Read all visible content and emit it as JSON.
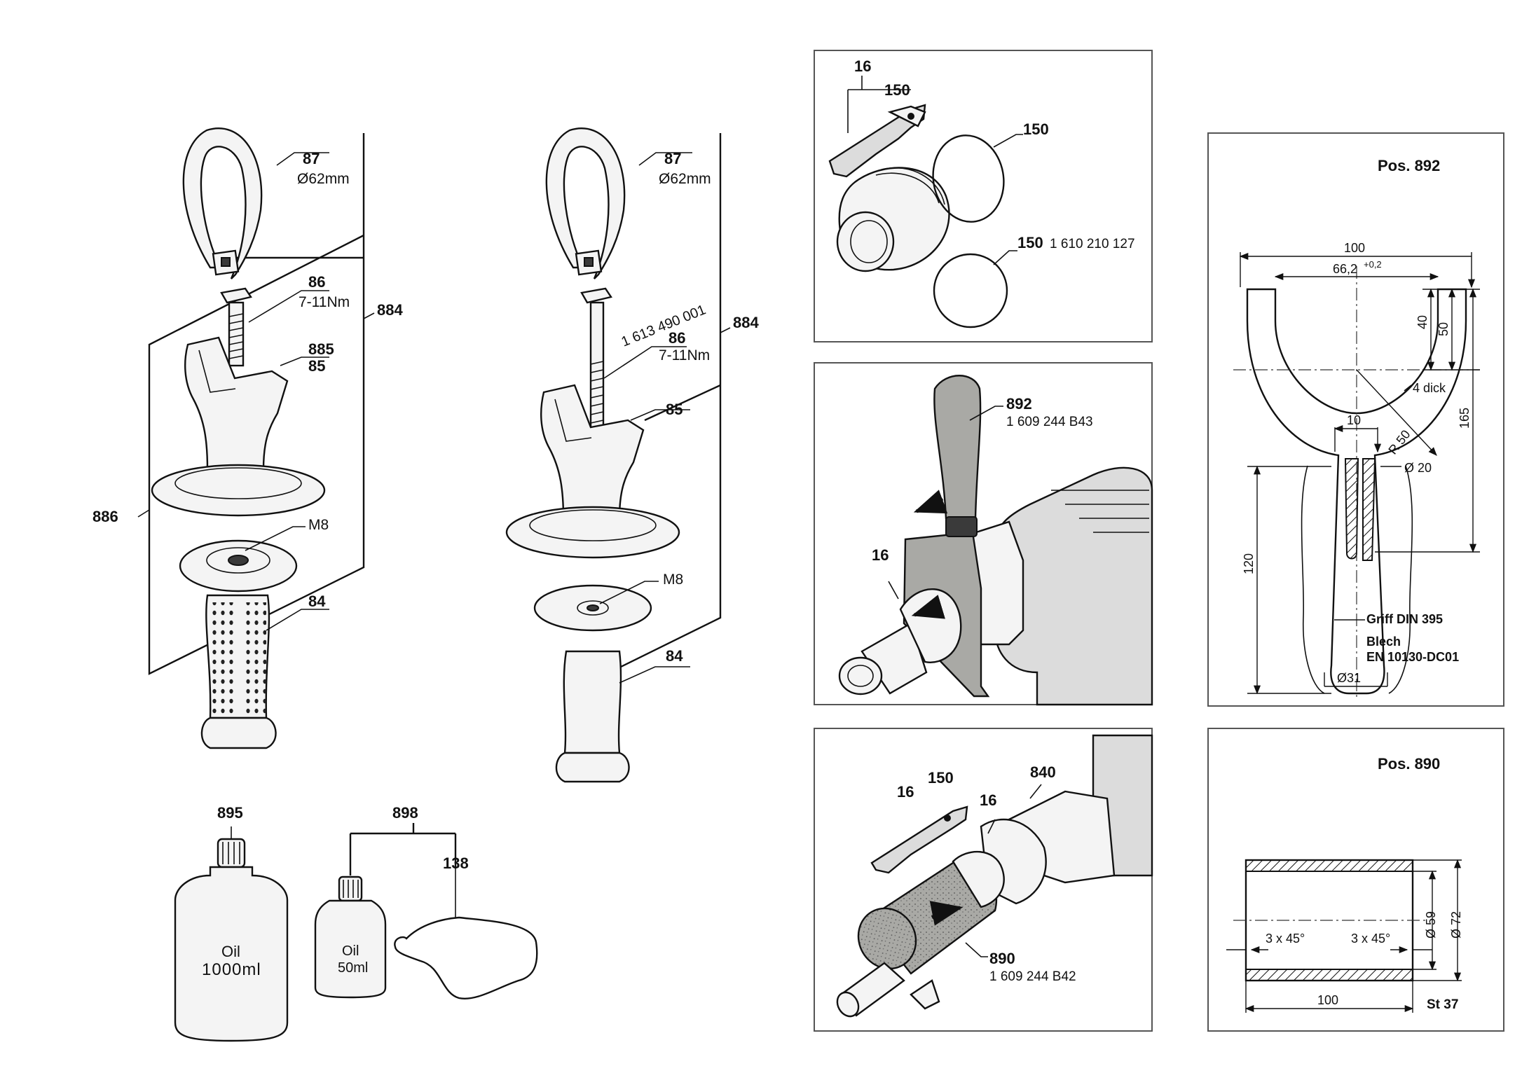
{
  "left_group": {
    "callouts": {
      "strap_no": "87",
      "strap_dia": "Ø62mm",
      "bolt_no": "86",
      "torque": "7-11Nm",
      "assembly_884": "884",
      "item_885": "885",
      "item_85": "85",
      "assembly_886": "886",
      "thread_m8": "M8",
      "item_84": "84"
    }
  },
  "middle_group": {
    "callouts": {
      "strap_no": "87",
      "strap_dia": "Ø62mm",
      "part_number": "1 613 490 001",
      "bolt_no": "86",
      "torque": "7-11Nm",
      "assembly_884": "884",
      "item_85": "85",
      "thread_m8": "M8",
      "item_84": "84"
    }
  },
  "consumables": {
    "oil_large_no": "895",
    "oil_large_l1": "Oil",
    "oil_large_l2": "1000ml",
    "set_no": "898",
    "oil_small_l1": "Oil",
    "oil_small_l2": "50ml",
    "cloth_no": "138"
  },
  "panel_rings": {
    "group_no": "16",
    "ring_on_part": "150",
    "ring_a": "150",
    "ring_b": "150",
    "ring_b_part": "1 610 210 127"
  },
  "panel_removal": {
    "tool_no": "892",
    "tool_part": "1 609 244 B43",
    "item_16": "16"
  },
  "panel_install": {
    "item_16a": "16",
    "item_150": "150",
    "item_16b": "16",
    "item_840": "840",
    "tool_no": "890",
    "tool_part": "1 609 244 B42"
  },
  "drawing_892": {
    "title": "Pos. 892",
    "dim_100": "100",
    "dim_662": "66,2",
    "tol": "+0,2",
    "dim_40": "40",
    "dim_50": "50",
    "thickness": "4 dick",
    "dim_10": "10",
    "radius": "R 50",
    "dim_165": "165",
    "dia_20": "Ø 20",
    "dim_120": "120",
    "handle": "Griff DIN 395",
    "sheet_l1": "Blech",
    "sheet_l2": "EN 10130-DC01",
    "dia_31": "Ø31"
  },
  "drawing_890": {
    "title": "Pos. 890",
    "chamfer_left": "3 x 45°",
    "chamfer_right": "3 x 45°",
    "dia_59": "Ø 59",
    "dia_72": "Ø 72",
    "length": "100",
    "material": "St 37"
  }
}
